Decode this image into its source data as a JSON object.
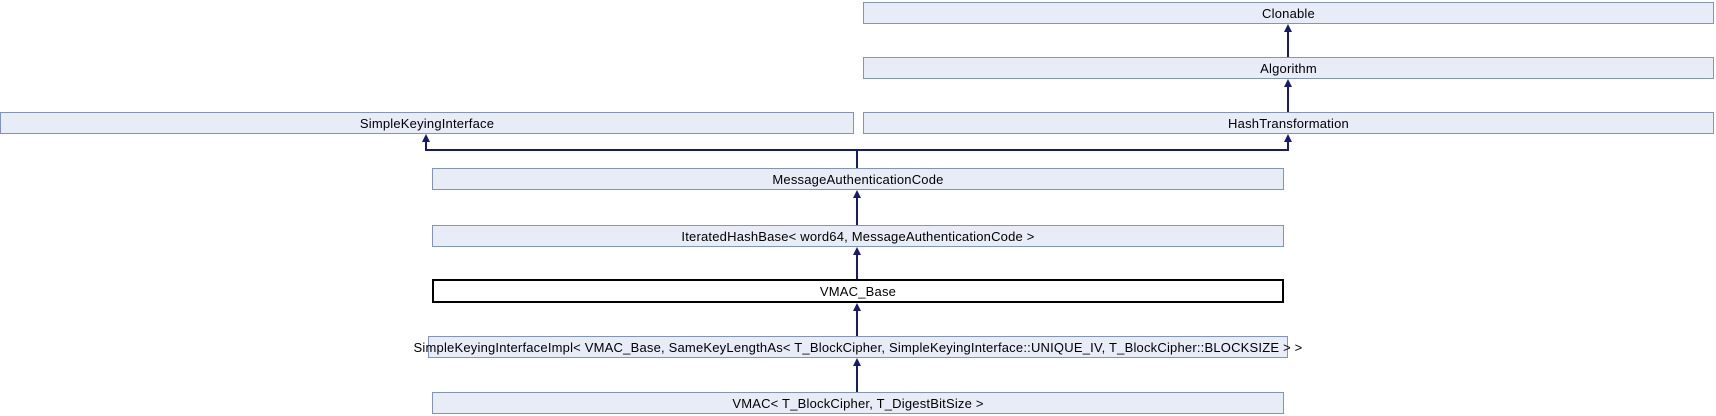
{
  "diagram": {
    "kind": "class-inheritance-graph",
    "colors": {
      "node_fill": "#e8ecf6",
      "node_border": "#8094c0",
      "edge": "#191970",
      "focus_fill": "#ffffff",
      "focus_border": "#000000",
      "text": "#000000",
      "background": "#ffffff"
    },
    "nodes": {
      "clonable": {
        "label": "Clonable"
      },
      "algorithm": {
        "label": "Algorithm"
      },
      "simple_keying_interface": {
        "label": "SimpleKeyingInterface"
      },
      "hash_transformation": {
        "label": "HashTransformation"
      },
      "message_authentication_code": {
        "label": "MessageAuthenticationCode"
      },
      "iterated_hash_base": {
        "label": "IteratedHashBase< word64, MessageAuthenticationCode >"
      },
      "vmac_base": {
        "label": "VMAC_Base",
        "focused": true
      },
      "simple_keying_interface_impl": {
        "label": "SimpleKeyingInterfaceImpl< VMAC_Base, SameKeyLengthAs< T_BlockCipher, SimpleKeyingInterface::UNIQUE_IV, T_BlockCipher::BLOCKSIZE > >"
      },
      "vmac": {
        "label": "VMAC< T_BlockCipher, T_DigestBitSize >"
      }
    },
    "edges": [
      {
        "from": "Algorithm",
        "to": "Clonable"
      },
      {
        "from": "HashTransformation",
        "to": "Algorithm"
      },
      {
        "from": "MessageAuthenticationCode",
        "to": "SimpleKeyingInterface"
      },
      {
        "from": "MessageAuthenticationCode",
        "to": "HashTransformation"
      },
      {
        "from": "IteratedHashBase< word64, MessageAuthenticationCode >",
        "to": "MessageAuthenticationCode"
      },
      {
        "from": "VMAC_Base",
        "to": "IteratedHashBase< word64, MessageAuthenticationCode >"
      },
      {
        "from": "SimpleKeyingInterfaceImpl< VMAC_Base, SameKeyLengthAs< T_BlockCipher, SimpleKeyingInterface::UNIQUE_IV, T_BlockCipher::BLOCKSIZE > >",
        "to": "VMAC_Base"
      },
      {
        "from": "VMAC< T_BlockCipher, T_DigestBitSize >",
        "to": "SimpleKeyingInterfaceImpl< VMAC_Base, SameKeyLengthAs< T_BlockCipher, SimpleKeyingInterface::UNIQUE_IV, T_BlockCipher::BLOCKSIZE > >"
      }
    ]
  }
}
